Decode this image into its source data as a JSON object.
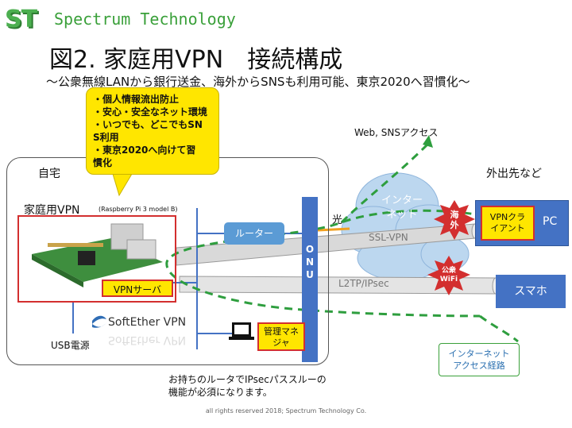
{
  "header": {
    "logo": "ST",
    "brand": "Spectrum Technology",
    "title": "図2. 家庭用VPN　接続構成",
    "subtitle": "～公衆無線LANから銀行送金、海外からSNSも利用可能、東京2020へ習慣化～"
  },
  "callout": {
    "lines": [
      "・個人情報流出防止",
      "・安心・安全なネット環境",
      "・いつでも、どこでもSN\nS利用",
      "・東京2020へ向けて習\n慣化"
    ]
  },
  "home": {
    "label": "自宅",
    "vpn_label": "家庭用VPN",
    "vpn_model": "(Raspberry Pi 3 model B)",
    "vpn_server": "VPNサーバ",
    "softether": "SoftEther VPN",
    "softether_mirror": "SoftEther VPN",
    "usb_power": "USB電源",
    "router": "ルーター",
    "onu_letters": [
      "O",
      "N",
      "U"
    ],
    "hikari": "光",
    "kanri": "管理マネ\nジャ"
  },
  "internet": {
    "cloud_label": "インター\nネット",
    "web_sns": "Web, SNSアクセス",
    "ssl_vpn": "SSL-VPN",
    "l2tp": "L2TP/IPsec",
    "kaigai": "海\n外",
    "kousyu": "公衆\nWiFi"
  },
  "remote": {
    "label": "外出先など",
    "pc": "PC",
    "vpn_client": "VPNクラ\nイアント",
    "smartphone": "スマホ"
  },
  "route_note": "インターネット\nアクセス経路",
  "footnote": "お持ちのルータでIPsecパススルーの\n機能が必須になります。",
  "copyright": "all rights reserved 2018; Spectrum Technology Co.",
  "colors": {
    "accent_green": "#3aa03a",
    "dash_green": "#2e9e3e",
    "blue": "#4472c4",
    "yellow": "#ffe600",
    "red": "#d32f2f"
  }
}
